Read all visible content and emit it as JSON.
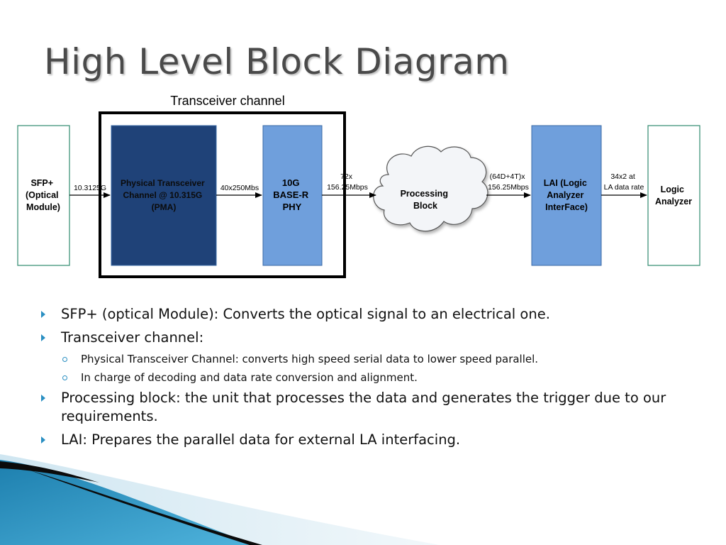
{
  "title": "High Level Block Diagram",
  "diagram": {
    "channel_label": "Transceiver channel",
    "sfp": [
      "SFP+",
      "(Optical",
      "Module)"
    ],
    "pma": [
      "Physical Transceiver",
      "Channel @ 10.315G",
      "(PMA)"
    ],
    "phy": [
      "10G",
      "BASE-R",
      "PHY"
    ],
    "processing": [
      "Processing",
      "Block"
    ],
    "lai": [
      "LAI (Logic",
      "Analyzer",
      "InterFace)"
    ],
    "logic": [
      "Logic",
      "Analyzer"
    ],
    "arrow_sfp_pma": "10.3125G",
    "arrow_pma_phy": "40x250Mbs",
    "arrow_phy_proc": [
      "72x",
      "156.25Mbps"
    ],
    "arrow_proc_lai": [
      "(64D+4T)x",
      "156.25Mbps"
    ],
    "arrow_lai_la": [
      "34x2 at",
      "LA data rate"
    ],
    "colors": {
      "pma_fill": "#1f4278",
      "phy_fill": "#6f9fdc",
      "lai_fill": "#6f9fdc",
      "box_stroke": "#2f8a6f",
      "channel_border": "#000000",
      "bullet_accent": "#2a8fc2"
    }
  },
  "bullets": [
    {
      "text": "SFP+ (optical Module): Converts the optical signal to an electrical one."
    },
    {
      "text": "Transceiver channel:",
      "children": [
        "Physical Transceiver Channel: converts high speed serial data to lower speed parallel.",
        "In charge of decoding and data rate conversion and alignment."
      ]
    },
    {
      "text": "Processing block: the unit that processes the data and generates the trigger due to our requirements."
    },
    {
      "text": "LAI: Prepares the parallel data for external LA interfacing."
    }
  ]
}
